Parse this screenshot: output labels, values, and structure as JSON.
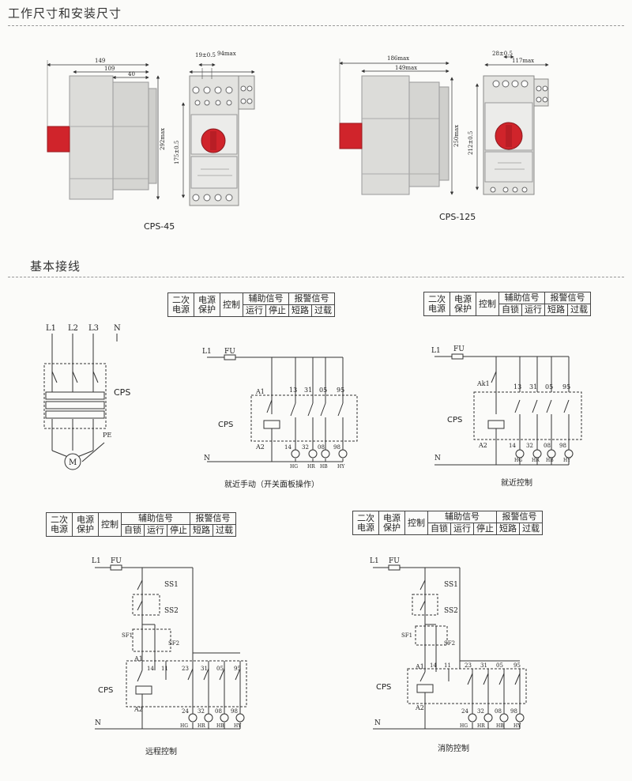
{
  "sections": {
    "dimensions_title": "工作尺寸和安装尺寸",
    "wiring_title": "基本接线"
  },
  "products": {
    "cps45": {
      "name": "CPS-45",
      "dim_149": "149",
      "dim_109": "109",
      "dim_40": "40",
      "dim_292": "292max",
      "dim_19": "19±0.5",
      "dim_94": "94max",
      "dim_175": "175±0.5"
    },
    "cps125": {
      "name": "CPS-125",
      "dim_186": "186max",
      "dim_149": "149max",
      "dim_250": "250max",
      "dim_28": "28±0.5",
      "dim_117": "117max",
      "dim_212": "212±0.5"
    }
  },
  "motor_diagram": {
    "phases": [
      "L1",
      "L2",
      "L3"
    ],
    "neutral": "N",
    "device": "CPS",
    "pe": "PE",
    "motor": "M"
  },
  "header_table": {
    "c1": "二次电源",
    "c2": "电源保护",
    "c3": "控制",
    "aux": "辅助信号",
    "alarm": "报警信号",
    "self_lock": "自锁",
    "run": "运行",
    "stop": "停止",
    "short": "短路",
    "overload": "过载"
  },
  "labels": {
    "L1": "L1",
    "FU": "FU",
    "N": "N",
    "CPS": "CPS",
    "A1": "A1",
    "A2": "A2",
    "Ak1": "Ak1",
    "SS1": "SS1",
    "SS2": "SS2",
    "SF1": "SF1",
    "SF2": "SF2",
    "t13": "13",
    "t31": "31",
    "t05": "05",
    "t95": "95",
    "t14": "14",
    "t32": "32",
    "t08": "08",
    "t98": "98",
    "t11": "11",
    "t23": "23",
    "t24": "24",
    "HG": "HG",
    "HR": "HR",
    "HB": "HB",
    "HY": "HY"
  },
  "captions": {
    "c1": "就近手动（开关面板操作）",
    "c2": "就近控制",
    "c3": "远程控制",
    "c4": "消防控制"
  },
  "colors": {
    "knob": "#d0242b",
    "body": "#dcdcd9",
    "line": "#333333"
  }
}
